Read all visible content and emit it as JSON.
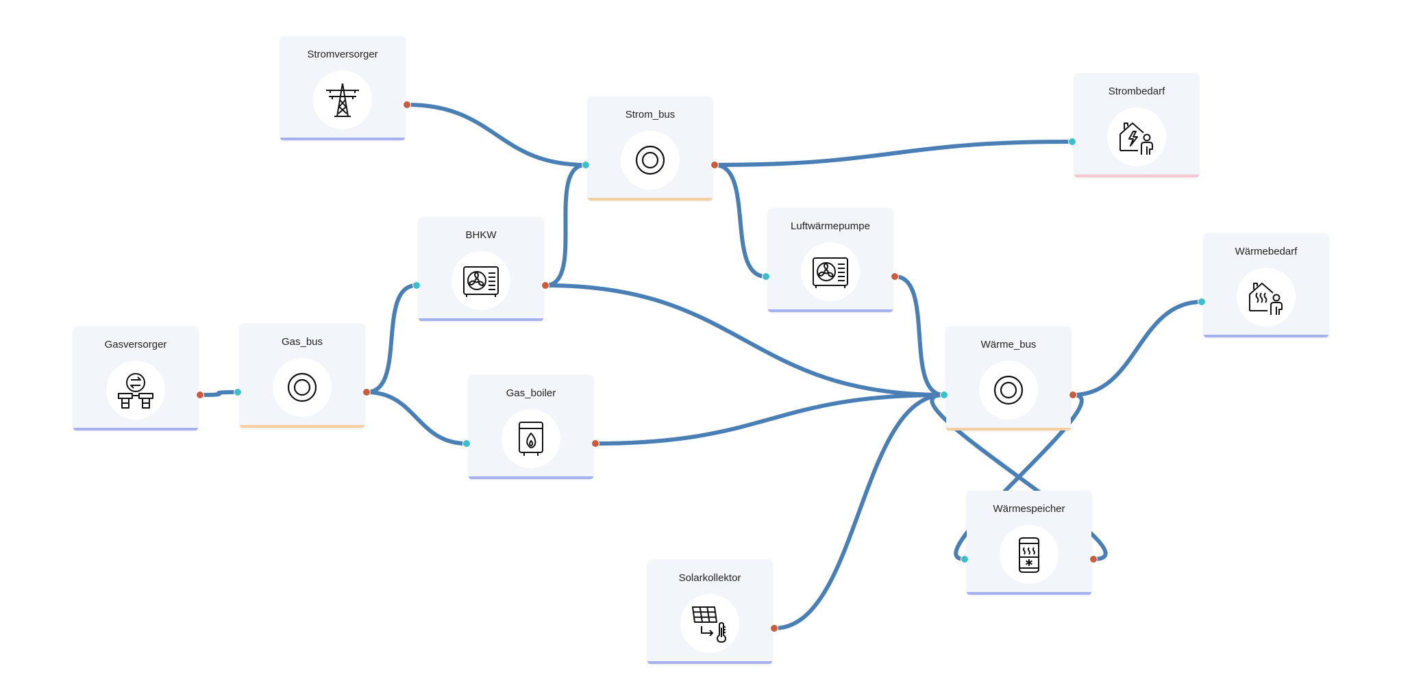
{
  "colors": {
    "edge": "#4a7fb5",
    "input_port": "#3ebec8",
    "output_port": "#c95c3e",
    "bar_component": "#a7b1f0",
    "bar_bus": "#f5cfa1",
    "bar_demand": "#f6c8d4"
  },
  "nodes": [
    {
      "id": "stromversorger",
      "label": "Stromversorger",
      "icon": "power-pylon-icon",
      "kind": "component"
    },
    {
      "id": "strom_bus",
      "label": "Strom_bus",
      "icon": "bus-ring-icon",
      "kind": "bus"
    },
    {
      "id": "strombedarf",
      "label": "Strombedarf",
      "icon": "house-electric-demand-icon",
      "kind": "demand"
    },
    {
      "id": "bhkw",
      "label": "BHKW",
      "icon": "chp-unit-icon",
      "kind": "component"
    },
    {
      "id": "luftwaermepumpe",
      "label": "Luftwärmepumpe",
      "icon": "heat-pump-icon",
      "kind": "component"
    },
    {
      "id": "waermebedarf",
      "label": "Wärmebedarf",
      "icon": "house-heat-demand-icon",
      "kind": "component"
    },
    {
      "id": "gasversorger",
      "label": "Gasversorger",
      "icon": "gas-supply-icon",
      "kind": "component"
    },
    {
      "id": "gas_bus",
      "label": "Gas_bus",
      "icon": "bus-ring-icon",
      "kind": "bus"
    },
    {
      "id": "gas_boiler",
      "label": "Gas_boiler",
      "icon": "gas-boiler-icon",
      "kind": "component"
    },
    {
      "id": "waerme_bus",
      "label": "Wärme_bus",
      "icon": "bus-ring-icon",
      "kind": "bus"
    },
    {
      "id": "waermespeicher",
      "label": "Wärmespeicher",
      "icon": "heat-storage-icon",
      "kind": "component"
    },
    {
      "id": "solarkollektor",
      "label": "Solarkollektor",
      "icon": "solar-collector-icon",
      "kind": "component"
    }
  ],
  "edges": [
    {
      "from": "stromversorger",
      "to": "strom_bus"
    },
    {
      "from": "strom_bus",
      "to": "strombedarf"
    },
    {
      "from": "strom_bus",
      "to": "luftwaermepumpe"
    },
    {
      "from": "bhkw",
      "to": "strom_bus"
    },
    {
      "from": "bhkw",
      "to": "waerme_bus"
    },
    {
      "from": "gasversorger",
      "to": "gas_bus"
    },
    {
      "from": "gas_bus",
      "to": "bhkw"
    },
    {
      "from": "gas_bus",
      "to": "gas_boiler"
    },
    {
      "from": "gas_boiler",
      "to": "waerme_bus"
    },
    {
      "from": "luftwaermepumpe",
      "to": "waerme_bus"
    },
    {
      "from": "solarkollektor",
      "to": "waerme_bus"
    },
    {
      "from": "waerme_bus",
      "to": "waermebedarf"
    },
    {
      "from": "waerme_bus",
      "to": "waermespeicher"
    },
    {
      "from": "waermespeicher",
      "to": "waerme_bus"
    }
  ]
}
